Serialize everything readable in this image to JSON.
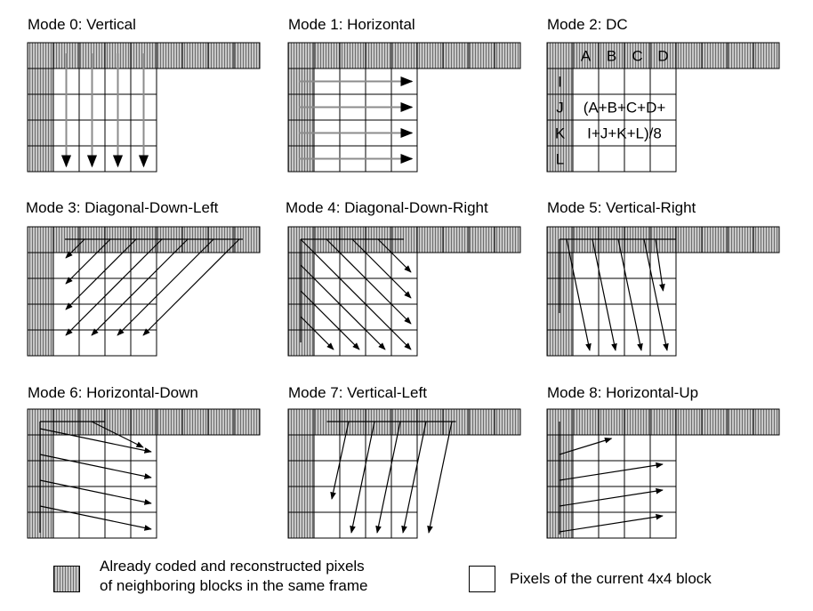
{
  "modes": [
    {
      "id": 0,
      "title": "Mode 0: Vertical"
    },
    {
      "id": 1,
      "title": "Mode 1: Horizontal"
    },
    {
      "id": 2,
      "title": "Mode 2: DC"
    },
    {
      "id": 3,
      "title": "Mode 3: Diagonal-Down-Left"
    },
    {
      "id": 4,
      "title": "Mode 4: Diagonal-Down-Right"
    },
    {
      "id": 5,
      "title": "Mode 5: Vertical-Right"
    },
    {
      "id": 6,
      "title": "Mode 6: Horizontal-Down"
    },
    {
      "id": 7,
      "title": "Mode 7: Vertical-Left"
    },
    {
      "id": 8,
      "title": "Mode 8: Horizontal-Up"
    }
  ],
  "dc": {
    "top_labels": [
      "A",
      "B",
      "C",
      "D"
    ],
    "left_labels": [
      "I",
      "J",
      "K",
      "L"
    ],
    "formula_line1": "(A+B+C+D+",
    "formula_line2": "I+J+K+L)/8"
  },
  "legend": {
    "coded_line1": "Already coded and reconstructed pixels",
    "coded_line2": "of neighboring blocks in the same frame",
    "current": "Pixels of the current 4x4 block"
  },
  "colors": {
    "coded_fill": "#bdbdbd",
    "stripe": "#7a7a7a",
    "line": "#000000",
    "gray_arrow": "#8c8c8c"
  }
}
